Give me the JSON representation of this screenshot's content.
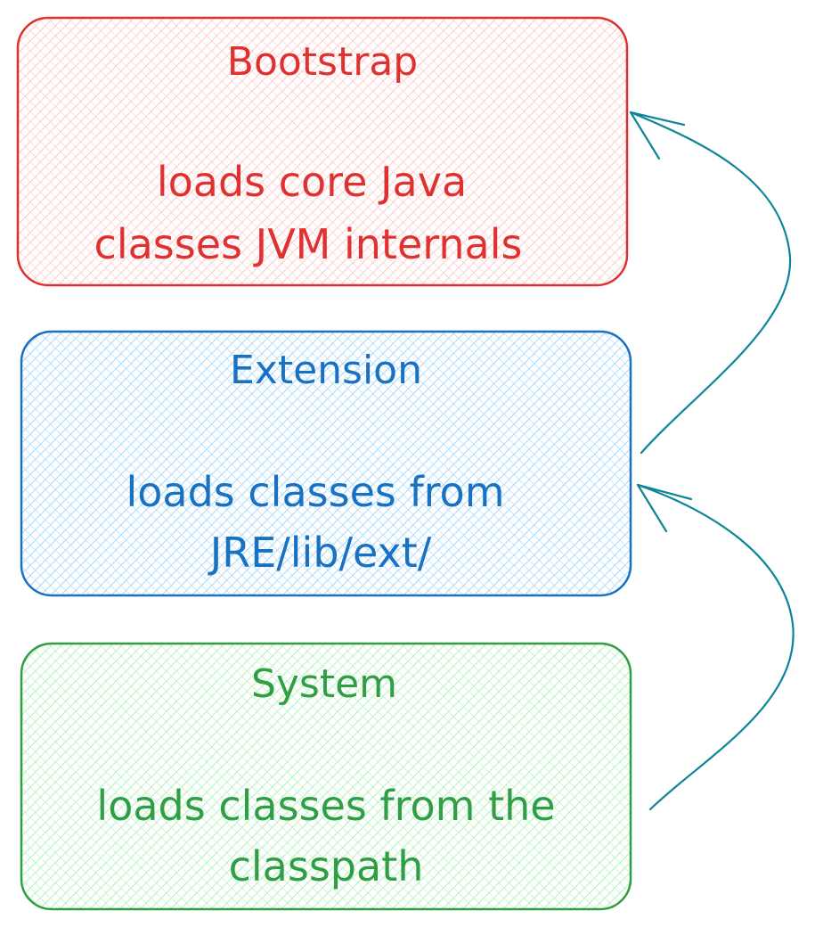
{
  "colors": {
    "bootstrap_stroke": "#e03131",
    "bootstrap_fill": "#ffc9c9",
    "extension_stroke": "#1971c2",
    "extension_fill": "#a5d8ff",
    "system_stroke": "#2f9e44",
    "system_fill": "#b2f2bb",
    "arrow": "#0c8599"
  },
  "boxes": {
    "bootstrap": {
      "title": "Bootstrap",
      "line1": "loads core Java",
      "line2": "classes JVM internals"
    },
    "extension": {
      "title": "Extension",
      "line1": "loads classes from",
      "line2": "JRE/lib/ext/"
    },
    "system": {
      "title": "System",
      "line1": "loads classes from the",
      "line2": "classpath"
    }
  },
  "arrows": [
    {
      "from": "system",
      "to": "extension"
    },
    {
      "from": "extension",
      "to": "bootstrap"
    }
  ]
}
